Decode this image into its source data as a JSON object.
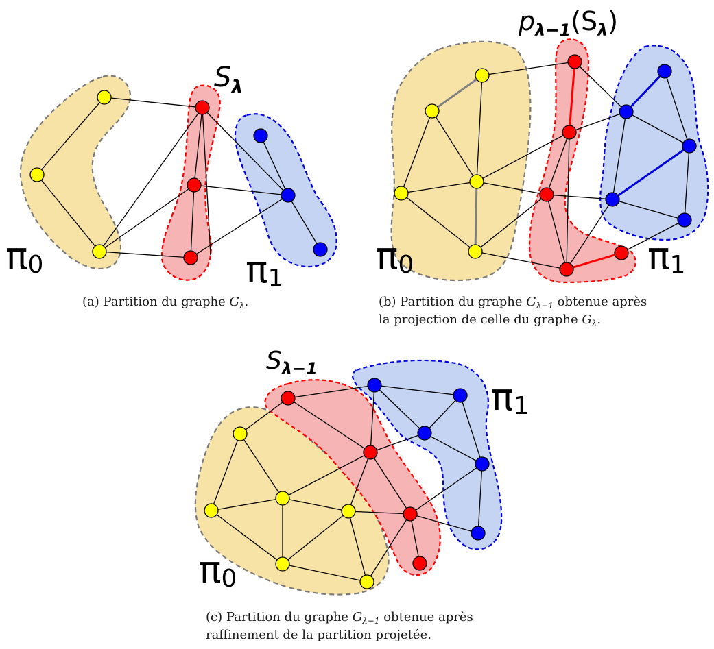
{
  "panels": [
    {
      "id": "a",
      "caption_prefix": "(a) Partition du graphe ",
      "caption_var": "G",
      "caption_sub": "λ",
      "caption_suffix": ".",
      "labels": {
        "separator": "S",
        "separator_sub": "λ",
        "part0": "π",
        "part0_sub": "0",
        "part1": "π",
        "part1_sub": "1"
      }
    },
    {
      "id": "b",
      "caption_line1_prefix": "(b) Partition du graphe ",
      "caption_var": "G",
      "caption_sub": "λ−1",
      "caption_line1_suffix": " obtenue après",
      "caption_line2_prefix": "la projection de celle du graphe ",
      "caption_line2_var": "G",
      "caption_line2_sub": "λ",
      "caption_line2_suffix": ".",
      "labels": {
        "separator": "p",
        "separator_sub": "λ−1",
        "separator_arg": "(S",
        "separator_arg_sub": "λ",
        "separator_close": ")",
        "part0": "π",
        "part0_sub": "0",
        "part1": "π",
        "part1_sub": "1"
      }
    },
    {
      "id": "c",
      "caption_line1_prefix": "(c) Partition du graphe ",
      "caption_var": "G",
      "caption_sub": "λ−1",
      "caption_line1_suffix": " obtenue après",
      "caption_line2": "raffinement de la partition projetée.",
      "labels": {
        "separator": "S",
        "separator_sub": "λ−1",
        "part0": "π",
        "part0_sub": "0",
        "part1": "π",
        "part1_sub": "1"
      }
    }
  ],
  "colors": {
    "part0_fill": "#f8e3a6",
    "part0_stroke": "#7a7a7a",
    "part0_node": "#ffff00",
    "separator_fill": "#f6b4b4",
    "separator_stroke": "#ff0000",
    "separator_node": "#ff0000",
    "part1_fill": "#c4d4f2",
    "part1_stroke": "#0000dd",
    "part1_node": "#0000ff",
    "edge": "#000000",
    "edge_part0_matched": "#808080",
    "edge_sep_matched": "#ff0000",
    "edge_part1_matched": "#0000dd"
  }
}
